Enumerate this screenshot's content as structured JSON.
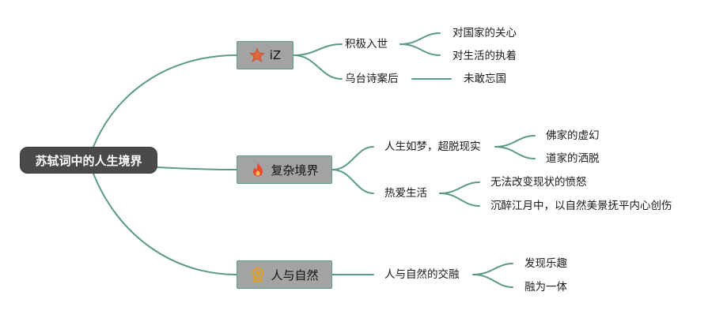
{
  "colors": {
    "link": "#5b9a85",
    "root_bg": "#4a4a4a",
    "branch_bg": "#a3a3a3",
    "star": "#e0663c",
    "flame": "#e84a2a",
    "medal": "#e0a020"
  },
  "root": {
    "label": "苏轼词中的人生境界"
  },
  "branches": [
    {
      "label": "iZ",
      "icon": "star-icon",
      "children": [
        {
          "label": "积极入世",
          "children": [
            "对国家的关心",
            "对生活的执着"
          ]
        },
        {
          "label": "乌台诗案后",
          "children": [
            "未敢忘国"
          ]
        }
      ]
    },
    {
      "label": "复杂境界",
      "icon": "flame-icon",
      "children": [
        {
          "label": "人生如梦，超脱现实",
          "children": [
            "佛家的虚幻",
            "道家的洒脱"
          ]
        },
        {
          "label": "热爱生活",
          "children": [
            "无法改变现状的愤怒",
            "沉醉江月中，以自然美景抚平内心创伤"
          ]
        }
      ]
    },
    {
      "label": "人与自然",
      "icon": "medal-icon",
      "children": [
        {
          "label": "人与自然的交融",
          "children": [
            "发现乐趣",
            "融为一体"
          ]
        }
      ]
    }
  ]
}
